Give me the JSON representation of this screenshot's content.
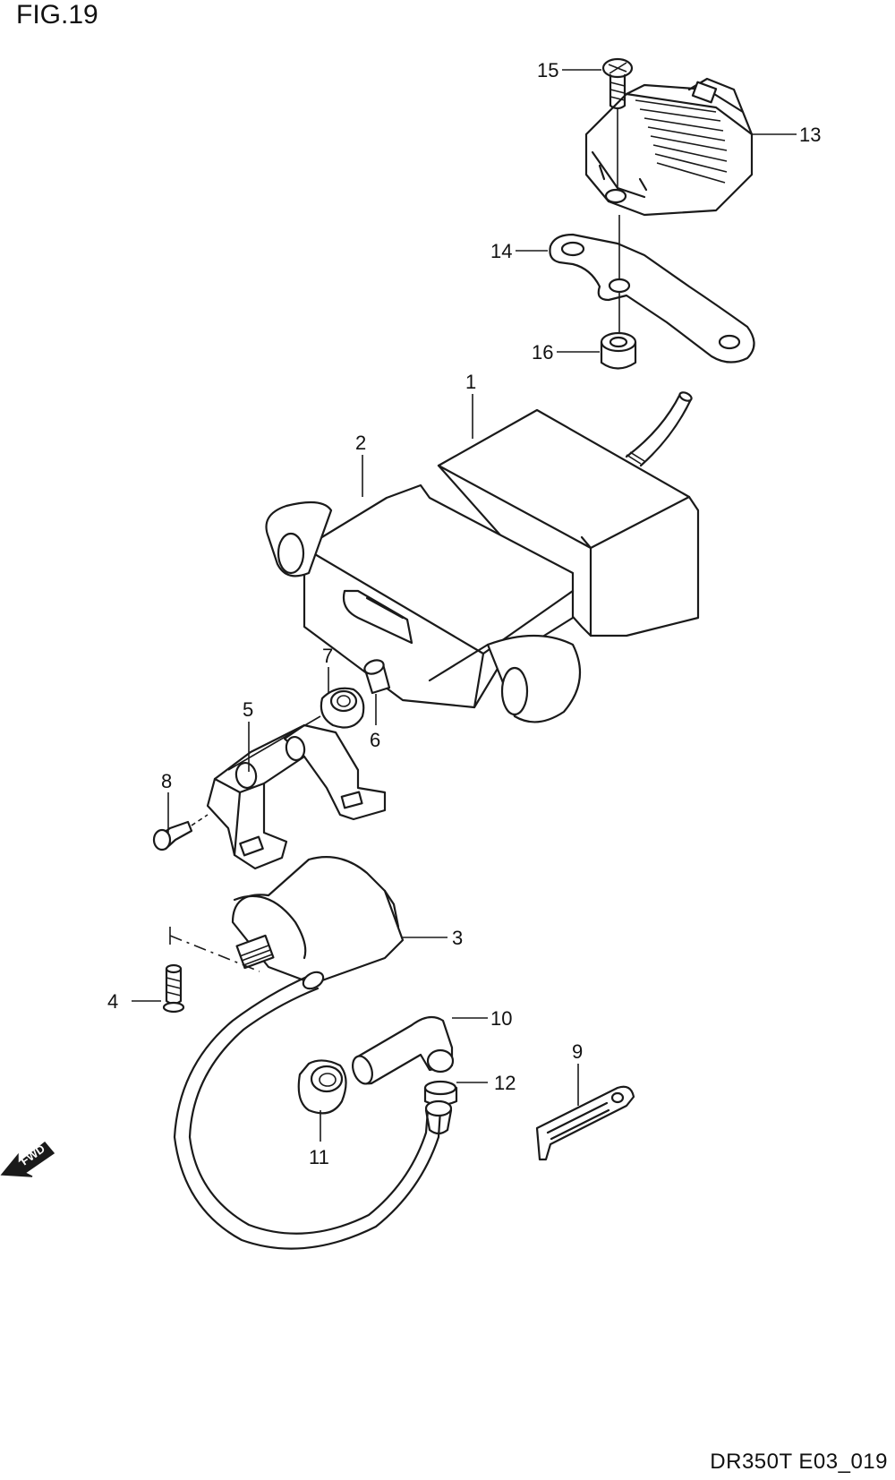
{
  "figure": {
    "title": "FIG.19",
    "code": "DR350T E03_019"
  },
  "fwd_label": "FWD",
  "callouts": [
    {
      "id": "1",
      "label": "1"
    },
    {
      "id": "2",
      "label": "2"
    },
    {
      "id": "3",
      "label": "3"
    },
    {
      "id": "4",
      "label": "4"
    },
    {
      "id": "5",
      "label": "5"
    },
    {
      "id": "6",
      "label": "6"
    },
    {
      "id": "7",
      "label": "7"
    },
    {
      "id": "8",
      "label": "8"
    },
    {
      "id": "9",
      "label": "9"
    },
    {
      "id": "10",
      "label": "10"
    },
    {
      "id": "11",
      "label": "11"
    },
    {
      "id": "12",
      "label": "12"
    },
    {
      "id": "13",
      "label": "13"
    },
    {
      "id": "14",
      "label": "14"
    },
    {
      "id": "15",
      "label": "15"
    },
    {
      "id": "16",
      "label": "16"
    }
  ]
}
